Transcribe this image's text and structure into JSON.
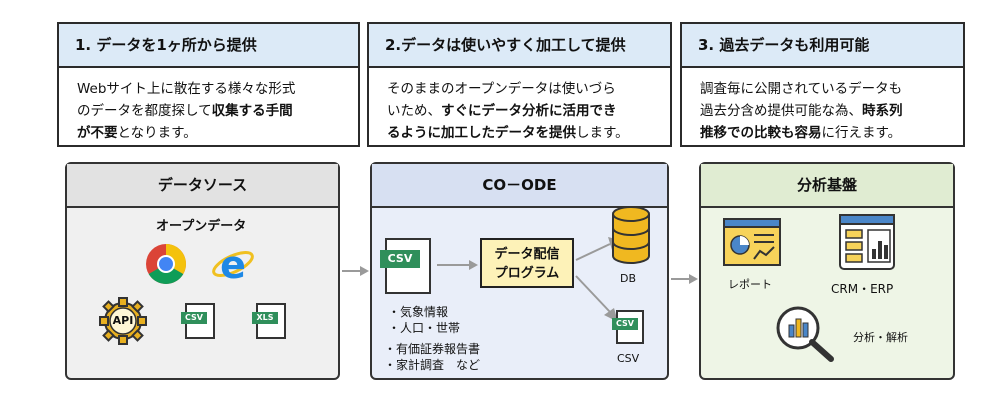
{
  "features": [
    {
      "title": "1. データを1ヶ所から提供",
      "lines": [
        [
          {
            "t": "Webサイト上に散在する様々な形式",
            "b": false
          }
        ],
        [
          {
            "t": "のデータを都度探して",
            "b": false
          },
          {
            "t": "収集する手間",
            "b": true
          }
        ],
        [
          {
            "t": "が不要",
            "b": true
          },
          {
            "t": "となります。",
            "b": false
          }
        ]
      ]
    },
    {
      "title": "2.データは使いやすく加工して提供",
      "lines": [
        [
          {
            "t": "そのままのオープンデータは使いづら",
            "b": false
          }
        ],
        [
          {
            "t": "いため、",
            "b": false
          },
          {
            "t": "すぐにデータ分析に活用でき",
            "b": true
          }
        ],
        [
          {
            "t": "るように加工したデータを提供",
            "b": true
          },
          {
            "t": "します。",
            "b": false
          }
        ]
      ]
    },
    {
      "title": "3. 過去データも利用可能",
      "lines": [
        [
          {
            "t": "調査毎に公開されているデータも",
            "b": false
          }
        ],
        [
          {
            "t": "過去分含め提供可能な為、",
            "b": false
          },
          {
            "t": "時系列",
            "b": true
          }
        ],
        [
          {
            "t": "推移での比較も容易",
            "b": true
          },
          {
            "t": "に行えます。",
            "b": false
          }
        ]
      ]
    }
  ],
  "source": {
    "title": "データソース",
    "subtitle": "オープンデータ",
    "api_label": "API",
    "csv_label": "CSV",
    "xls_label": "XLS"
  },
  "coode": {
    "title": "CO－ODE",
    "csv_label": "CSV",
    "program_line1": "データ配信",
    "program_line2": "プログラム",
    "items": [
      "・気象情報",
      "・人口・世帯",
      "・有価証券報告書",
      "・家計調査　など"
    ],
    "db_label": "DB",
    "csv_out_label": "CSV",
    "csv_out_icon": "CSV"
  },
  "platform": {
    "title": "分析基盤",
    "report_label": "レポート",
    "crm_label": "CRM・ERP",
    "analysis_label": "分析・解析"
  },
  "colors": {
    "feature_header": "#dceaf7",
    "source_panel": "#f0f0f0",
    "coode_panel": "#e9eef9",
    "platform_panel": "#eef5e6",
    "program_box": "#fdf2b8",
    "file_badge": "#2f8f5b",
    "icon_blue": "#4a86c8",
    "icon_gold": "#e8b020"
  }
}
